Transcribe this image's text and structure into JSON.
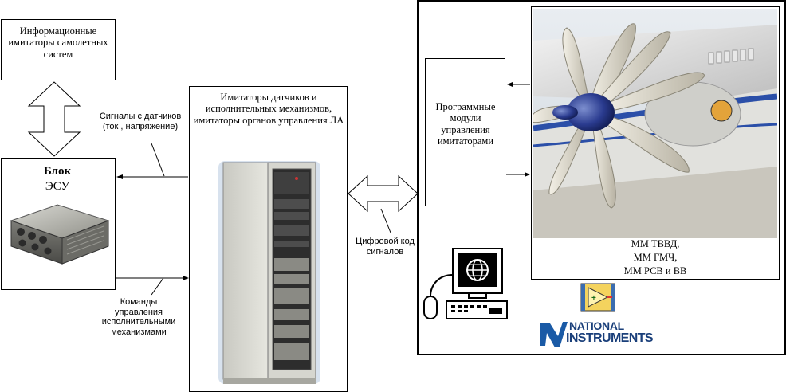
{
  "info_simulators": {
    "label": "Информационные имитаторы самолетных систем"
  },
  "esu_block": {
    "label_line1": "Блок",
    "label_line2": "ЭСУ",
    "image_icon": "ecu-unit-icon"
  },
  "sensor_signals": {
    "label": "Сигналы с датчиков (ток , напряжение)"
  },
  "control_commands": {
    "label": "Команды управления исполнительными механизмами"
  },
  "rack": {
    "label": "Имитаторы датчиков и исполнительных механизмов, имитаторы органов управления ЛА",
    "image_icon": "server-rack-icon"
  },
  "digital_code": {
    "label": "Цифровой код сигналов"
  },
  "software_modules": {
    "label": "Программные модули управления имитаторами"
  },
  "models": {
    "line1": "ММ ТВВД,",
    "line2": "ММ ГМЧ,",
    "line3": "ММ РСВ и ВВ",
    "image_icon": "propfan-engine-icon"
  },
  "computer": {
    "icon": "computer-icon"
  },
  "labview": {
    "icon": "labview-icon"
  },
  "ni_logo": {
    "line1": "NATIONAL",
    "line2": "INSTRUMENTS"
  }
}
